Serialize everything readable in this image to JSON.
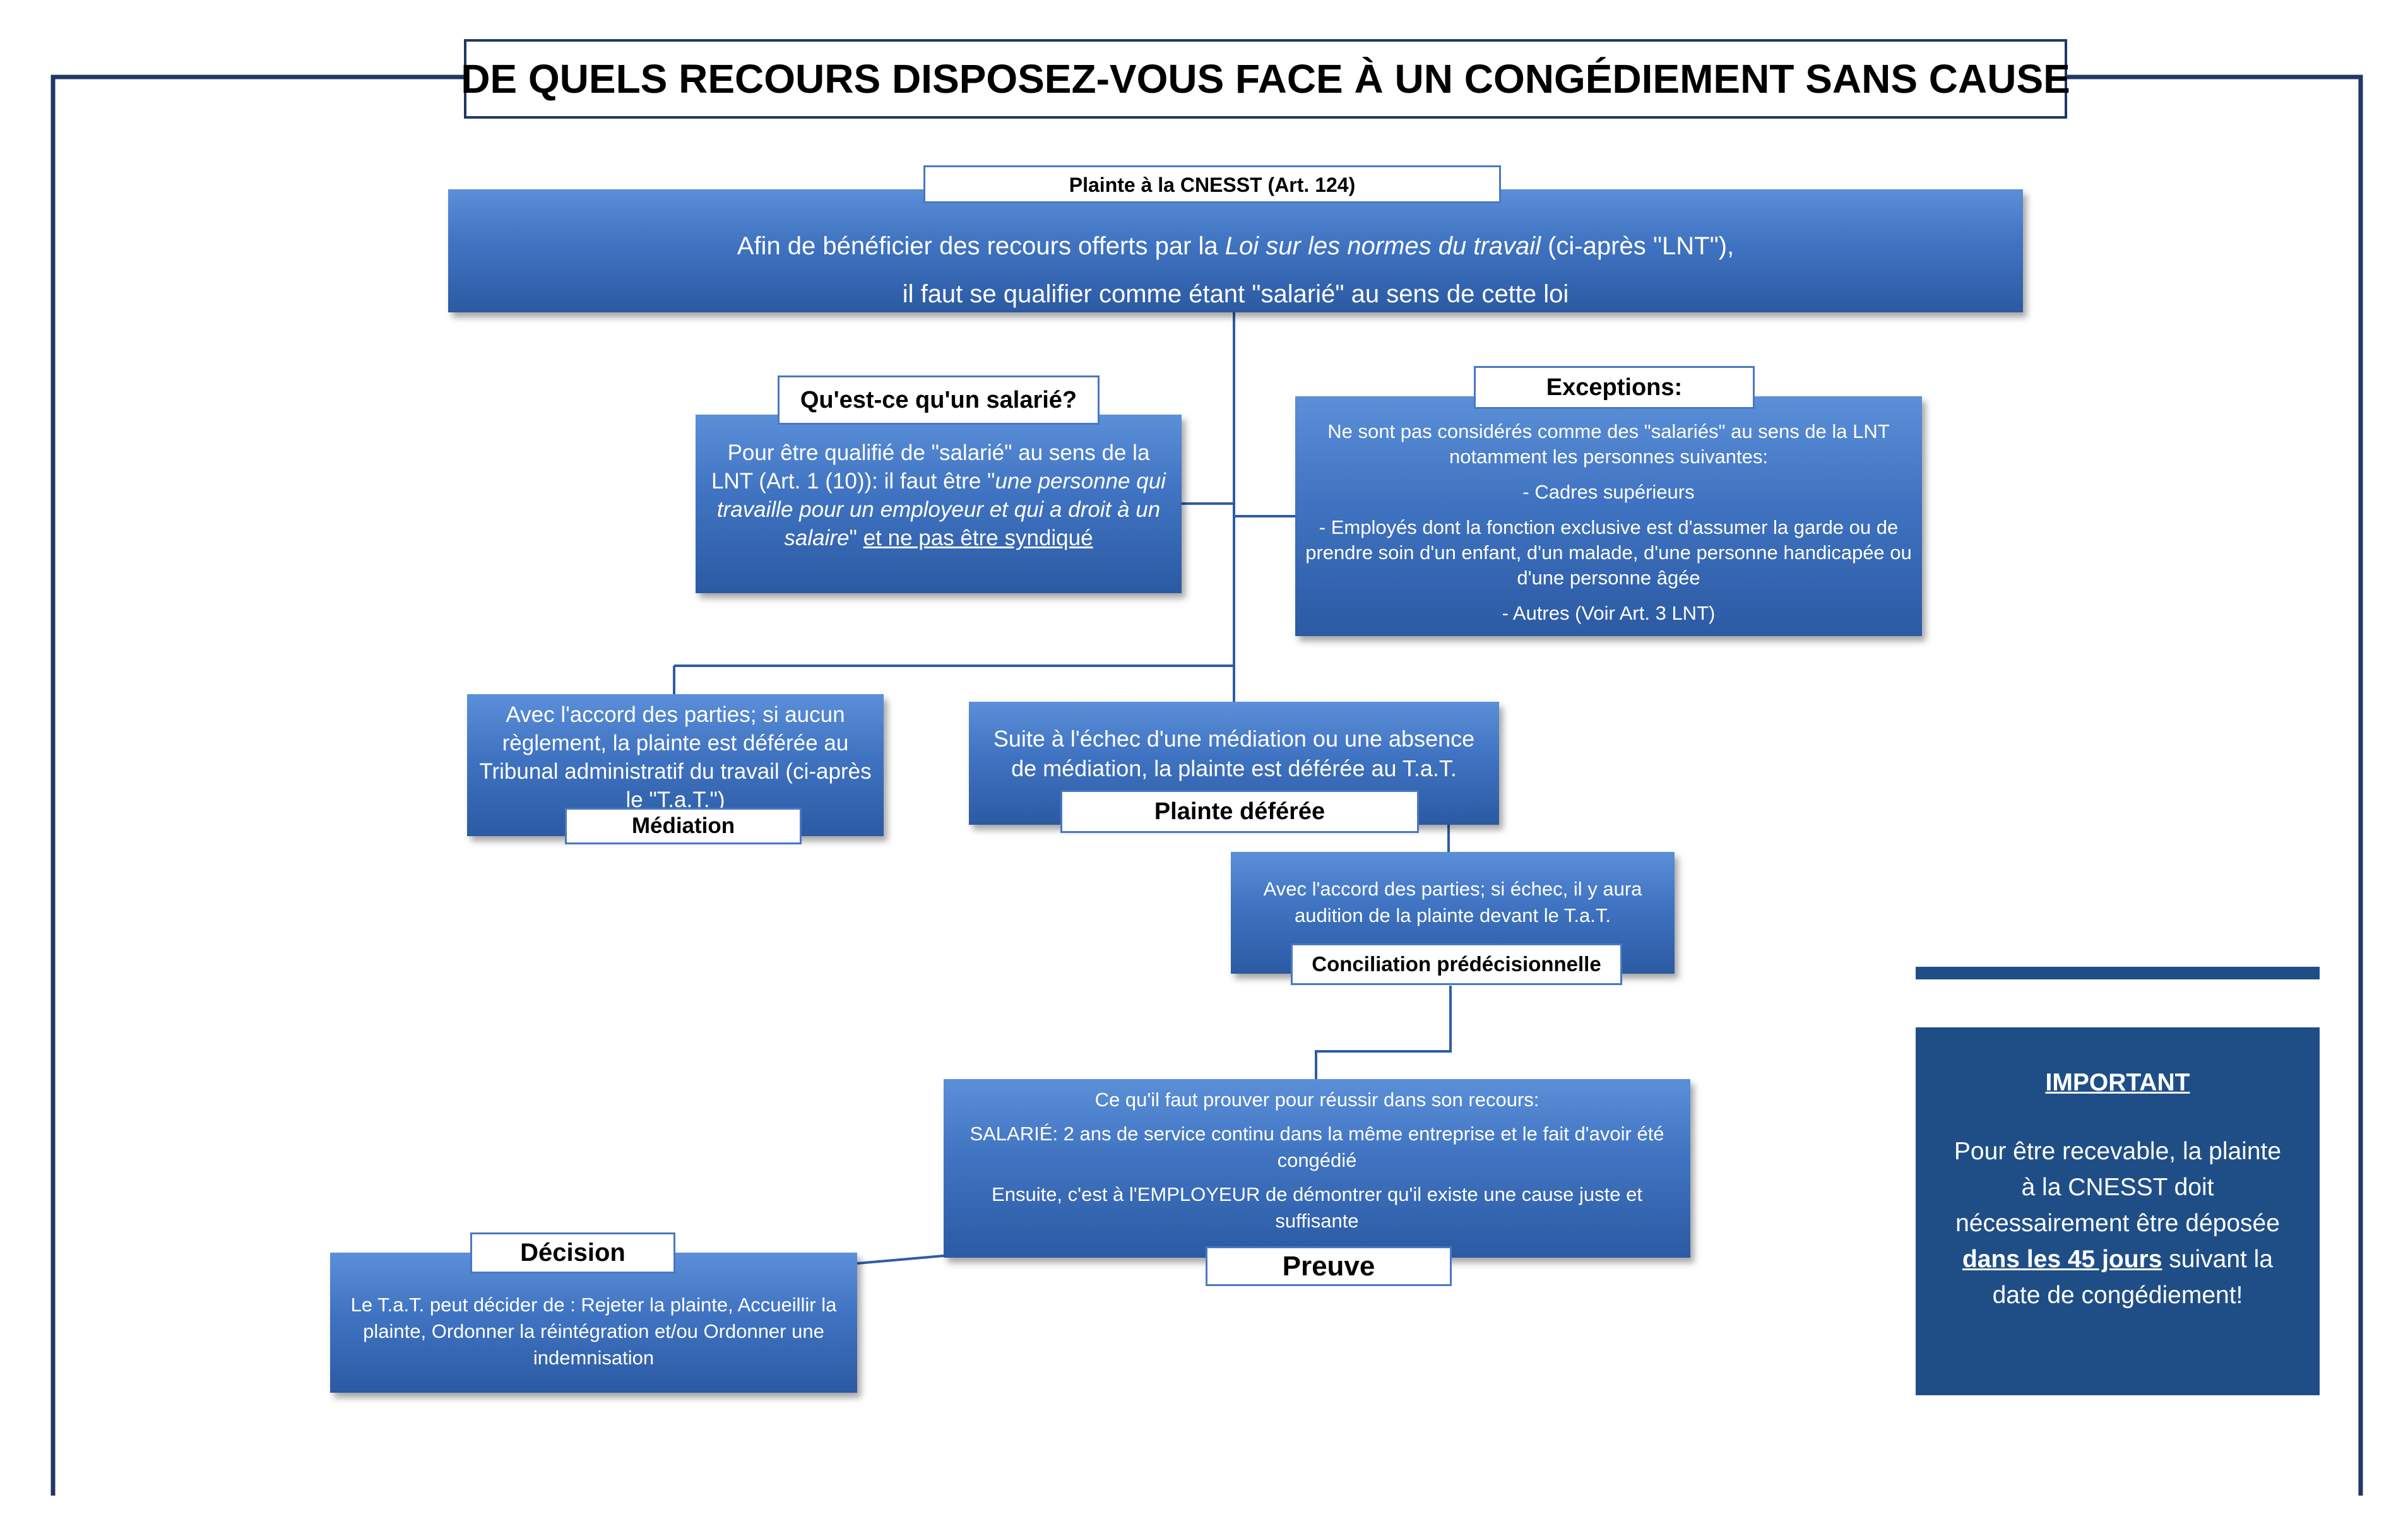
{
  "title": "DE QUELS RECOURS DISPOSEZ-VOUS FACE À UN CONGÉDIEMENT SANS CAUSE",
  "plainte": {
    "label": "Plainte à la CNESST (Art. 124)",
    "line1_pre": "Afin de bénéficier des recours offerts par la ",
    "line1_italic": "Loi sur les normes du travail",
    "line1_post": " (ci-après \"LNT\"),",
    "line2": "il faut se qualifier comme étant \"salarié\" au sens de cette loi"
  },
  "salarie": {
    "label": "Qu'est-ce qu'un salarié?",
    "text_pre": "Pour être qualifié de \"salarié\" au sens de la LNT (Art. 1 (10)): il faut être \"",
    "text_italic": "une personne qui travaille pour un employeur et qui a droit à un salaire",
    "text_mid": "\" ",
    "text_underline": "et ne pas être syndiqué"
  },
  "exceptions": {
    "label": "Exceptions:",
    "intro": "Ne sont pas considérés comme des \"salariés\" au sens de la LNT notamment les personnes suivantes:",
    "item1": "- Cadres supérieurs",
    "item2": "- Employés dont la fonction exclusive est d'assumer la garde ou de prendre soin d'un enfant, d'un malade, d'une personne handicapée ou d'une personne âgée",
    "item3": "- Autres (Voir Art. 3 LNT)"
  },
  "mediation": {
    "label": "Médiation",
    "text": "Avec l'accord des parties; si aucun règlement, la plainte est déférée au Tribunal administratif du travail (ci-après le \"T.a.T.\")"
  },
  "deferee": {
    "label": "Plainte déférée",
    "text": "Suite à l'échec d'une médiation ou une absence de médiation, la plainte est déférée au T.a.T."
  },
  "conciliation": {
    "label": "Conciliation prédécisionnelle",
    "text": "Avec l'accord des parties; si échec, il y aura audition de la plainte devant le T.a.T."
  },
  "preuve": {
    "label": "Preuve",
    "line1": "Ce qu'il faut prouver pour réussir dans son recours:",
    "line2": "SALARIÉ: 2 ans de service continu dans la même entreprise et le fait d'avoir été congédié",
    "line3": "Ensuite, c'est à l'EMPLOYEUR de démontrer qu'il existe une cause juste et suffisante"
  },
  "decision": {
    "label": "Décision",
    "text": "Le T.a.T. peut décider de : Rejeter la plainte, Accueillir la plainte, Ordonner la réintégration et/ou Ordonner une indemnisation"
  },
  "important": {
    "heading": "IMPORTANT",
    "text_pre": "Pour être recevable, la plainte à la CNESST doit nécessairement être déposée ",
    "text_bold": "dans les 45 jours",
    "text_post": " suivant la date de congédiement!"
  },
  "colors": {
    "frame": "#1f3864",
    "box_top": "#5b8fd8",
    "box_bottom": "#2c5aa3",
    "important_bg": "#1f4e87"
  }
}
